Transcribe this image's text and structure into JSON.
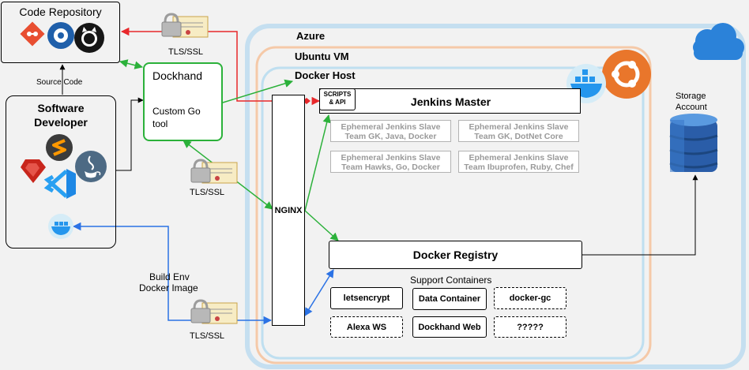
{
  "code_repository": {
    "title": "Code Repository"
  },
  "labels": {
    "source_code": "Source Code",
    "tls_ssl": "TLS/SSL",
    "build_env": "Build Env",
    "docker_image": "Docker Image"
  },
  "developer": {
    "title_line1": "Software",
    "title_line2": "Developer"
  },
  "dockhand": {
    "title": "Dockhand",
    "desc_line1": "Custom Go",
    "desc_line2": "tool"
  },
  "nginx": {
    "label": "NGINX"
  },
  "layers": {
    "azure": "Azure",
    "ubuntu": "Ubuntu VM",
    "docker_host": "Docker Host"
  },
  "jenkins": {
    "master": "Jenkins Master",
    "scripts_line1": "SCRIPTS",
    "scripts_line2": "& API"
  },
  "slaves": [
    {
      "line1": "Ephemeral Jenkins Slave",
      "line2": "Team GK, Java, Docker"
    },
    {
      "line1": "Ephemeral Jenkins Slave",
      "line2": "Team GK, DotNet Core"
    },
    {
      "line1": "Ephemeral Jenkins Slave",
      "line2": "Team Hawks, Go, Docker"
    },
    {
      "line1": "Ephemeral Jenkins Slave",
      "line2": "Team Ibuprofen, Ruby, Chef"
    }
  ],
  "registry": {
    "title": "Docker Registry"
  },
  "support": {
    "title": "Support Containers",
    "items": [
      "letsencrypt",
      "Data Container",
      "docker-gc",
      "Alexa WS",
      "Dockhand Web",
      "?????"
    ]
  },
  "storage": {
    "line1": "Storage",
    "line2": "Account"
  },
  "colors": {
    "red": "#e8282b",
    "green": "#2bb13a",
    "blue": "#2b72e5",
    "azure": "#c5dff0",
    "ubuntu": "#f5c9a8",
    "dockerhost": "#bfdff0"
  },
  "icons": [
    "git-icon",
    "bitbucket-icon",
    "github-icon",
    "sublime-icon",
    "ruby-icon",
    "java-icon",
    "vscode-icon",
    "docker-icon",
    "ubuntu-icon",
    "cloud-icon",
    "storage-icon",
    "certificate-icon",
    "lock-icon"
  ]
}
